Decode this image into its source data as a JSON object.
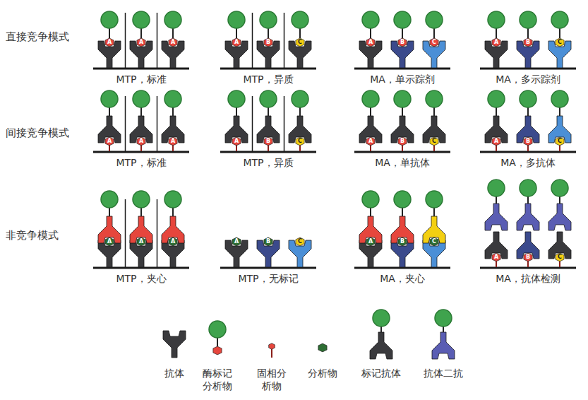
{
  "diagram": {
    "labels": [
      "直接竞争模式",
      "A",
      "A",
      "A",
      "MTP，标准",
      "A",
      "B",
      "C",
      "MTP，异质",
      "A",
      "B",
      "C",
      "MA，单示踪剂",
      "A",
      "B",
      "C",
      "MA，多示踪剂",
      "间接竞争模式",
      "A",
      "A",
      "A",
      "MTP，标准",
      "A",
      "B",
      "C",
      "MTP，异质",
      "A",
      "B",
      "C",
      "MA，单抗体",
      "A",
      "B",
      "C",
      "MA，多抗体",
      "非竞争模式",
      "A",
      "A",
      "A",
      "MTP，夹心",
      "A",
      "B",
      "C",
      "MTP，无标记",
      "A",
      "B",
      "C",
      "MA，夹心",
      "A",
      "B",
      "C",
      "MA，抗体检测"
    ],
    "legend": [
      {
        "text": "抗体"
      },
      {
        "text": "酶标记 分析物"
      },
      {
        "text": "固相分 析物"
      },
      {
        "text": "分析物"
      },
      {
        "text": "标记抗体"
      },
      {
        "text": "抗体二抗"
      }
    ]
  }
}
